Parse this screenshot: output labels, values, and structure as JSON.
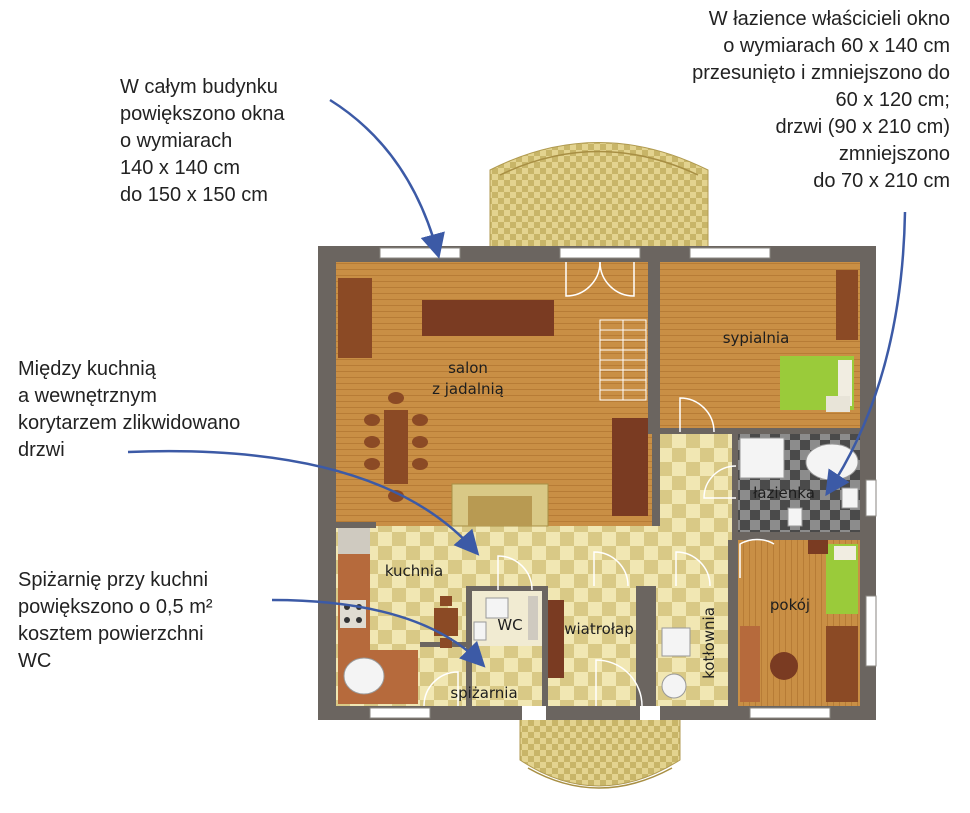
{
  "annotations": {
    "windows": "W całym budynku\npowiększono okna\no  wymiarach\n140 x 140 cm\ndo 150 x 150 cm",
    "bathroom": "W łazience właścicieli okno\no wymiarach 60 x 140 cm\nprzesunięto i zmniejszono do\n60 x 120 cm;\ndrzwi (90 x 210 cm)\nzmniejszono\ndo 70 x 210 cm",
    "kitchen_door": "Między kuchnią\na wewnętrznym\nkorytarzem zlikwidowano\ndrzwi",
    "pantry": "Spiżarnię przy kuchni\npowiększono o 0,5 m²\nkosztem powierzchni\nWC"
  },
  "rooms": {
    "salon_line1": "salon",
    "salon_line2": "z jadalnią",
    "sypialnia": "sypialnia",
    "lazienka": "łazienka",
    "kuchnia": "kuchnia",
    "wc": "WC",
    "wiatrolap": "wiatrołap",
    "kotlownia": "kotłownia",
    "pokoj": "pokój",
    "spizarnia": "spiżarnia"
  },
  "colors": {
    "wall": "#6b6560",
    "wood_floor": "#c98f45",
    "tile_light": "#f1e7b3",
    "tile_dark": "#d6c47c",
    "furniture": "#7a3b22",
    "bed": "#9acb3a",
    "arrow": "#3c5aa6",
    "bath_tile_dark": "#4a4a4a",
    "bath_tile_light": "#8a8a8a"
  }
}
